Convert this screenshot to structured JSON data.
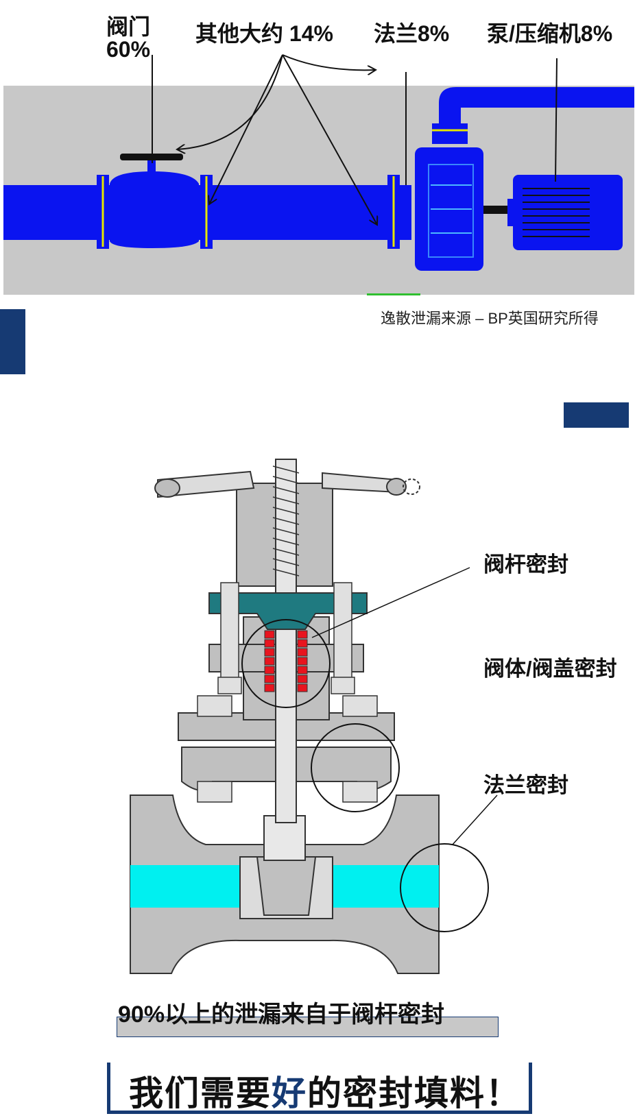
{
  "top_diagram": {
    "labels": {
      "valve": "阀门",
      "valve_pct": "60%",
      "other": "其他大约 14%",
      "flange": "法兰8%",
      "pump": "泵/压缩机8%"
    },
    "source_note": "逸散泄漏来源 – BP英国研究所得"
  },
  "valve_diagram": {
    "callouts": {
      "stem_seal": "阀杆密封",
      "body_bonnet_seal": "阀体/阀盖密封",
      "flange_seal": "法兰密封"
    }
  },
  "summary": "90%以上的泄漏来自于阀杆密封",
  "slogan": {
    "part1": "我们需要",
    "highlight": "好",
    "part2": "的密封填料！"
  },
  "colors": {
    "pipe_blue": "#0a14f0",
    "panel_gray": "#c8c8c8",
    "accent_navy": "#163a73",
    "cyan_bore": "#00f0f0",
    "teal_gland": "#1f7a80",
    "packing_red": "#e8141e"
  }
}
